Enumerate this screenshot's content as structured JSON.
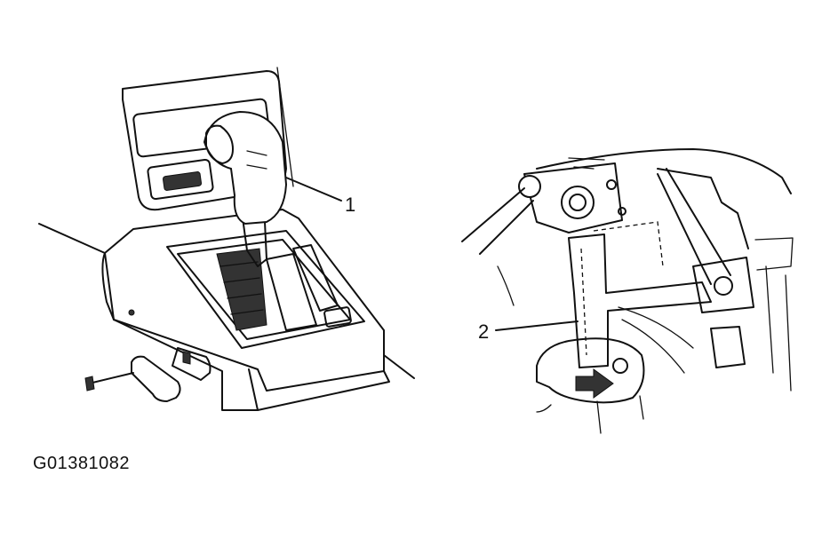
{
  "figure_id": "G01381082",
  "callouts": {
    "shift_knob": "1",
    "lock_lever": "2"
  }
}
